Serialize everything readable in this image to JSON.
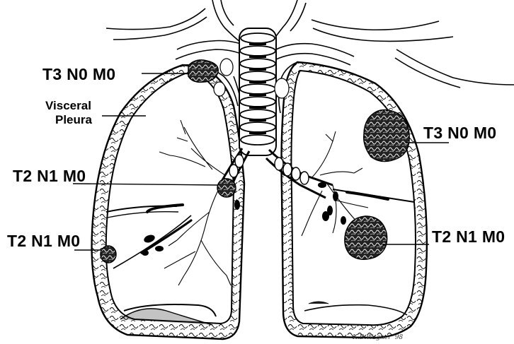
{
  "labels": {
    "top_left": "T3 N0 M0",
    "visceral_line1": "Visceral",
    "visceral_line2": "Pleura",
    "mid_left": "T2 N1 M0",
    "low_left": "T2 N1 M0",
    "top_right": "T3 N0 M0",
    "low_right": "T2 N1 M0"
  },
  "signature": "K.D.Wagner '98",
  "colors": {
    "ink": "#000000",
    "background": "#ffffff"
  }
}
